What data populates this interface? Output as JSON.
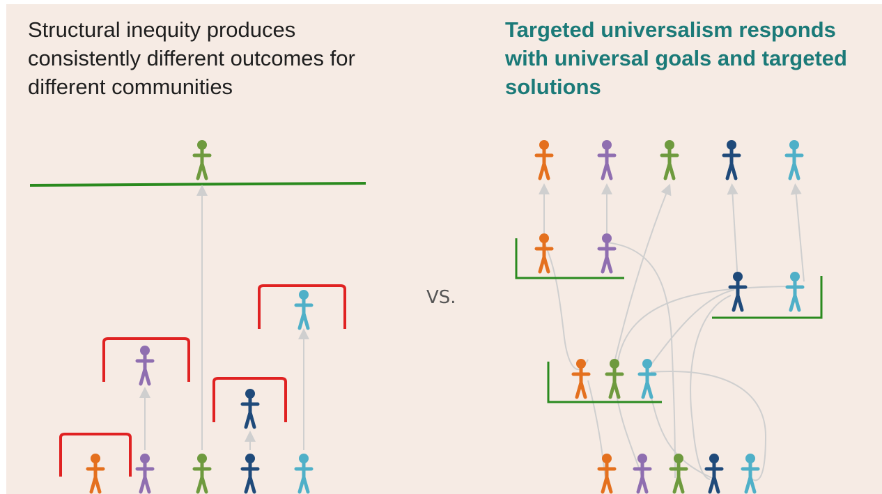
{
  "left_title": "Structural inequity produces consistently different outcomes for different communities",
  "right_title": "Targeted universalism responds with universal goals and targeted solutions",
  "vs_label": "VS.",
  "colors": {
    "orange": "#e4701e",
    "purple": "#8f6eb0",
    "green": "#6e9a3e",
    "navy": "#1f4a7a",
    "teal": "#4fb0c8",
    "goal_line": "#2a8a1e",
    "barrier": "#e02222",
    "arrow": "#cfcfcf",
    "right_title": "#1b7a78",
    "background": "#f6ebe4"
  },
  "left_people": [
    "orange",
    "purple",
    "green",
    "navy",
    "teal"
  ],
  "right_people": [
    "orange",
    "purple",
    "green",
    "navy",
    "teal"
  ]
}
